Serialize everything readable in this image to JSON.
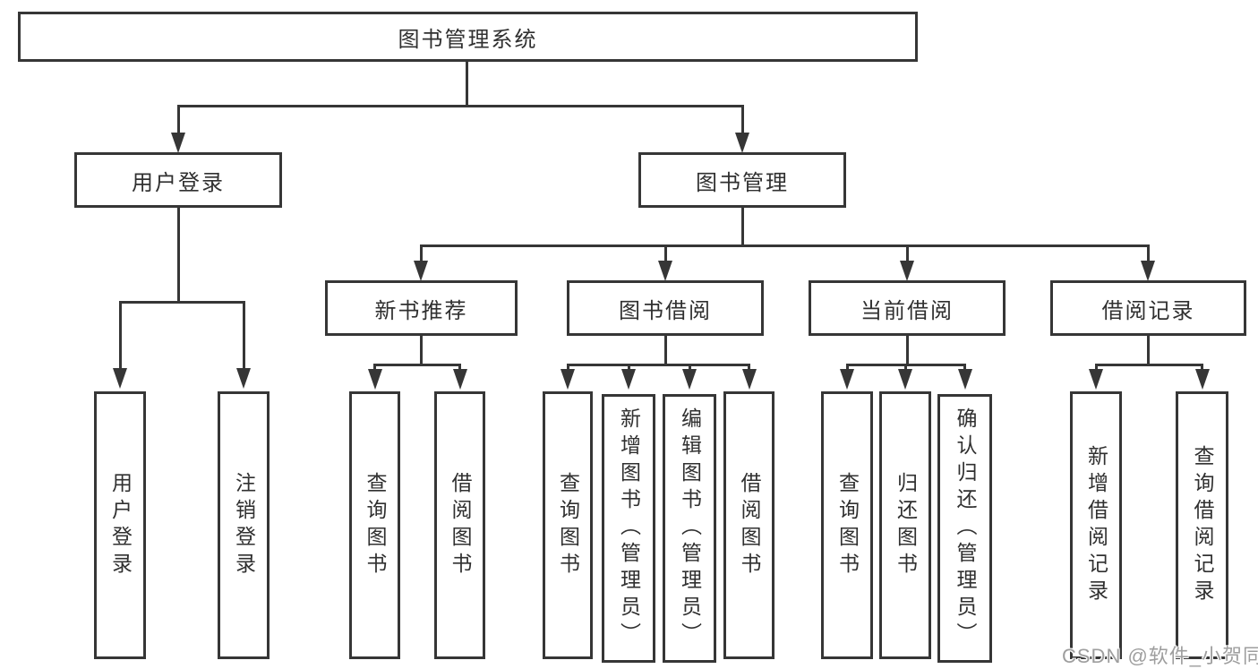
{
  "diagram": {
    "title": "图书管理系统",
    "branches": [
      {
        "label": "用户登录",
        "children": [
          "用户登录",
          "注销登录"
        ]
      },
      {
        "label": "图书管理",
        "children": [
          {
            "label": "新书推荐",
            "children": [
              "查询图书",
              "借阅图书"
            ]
          },
          {
            "label": "图书借阅",
            "children": [
              "查询图书",
              "新增图书（管理员）",
              "编辑图书（管理员）",
              "借阅图书"
            ]
          },
          {
            "label": "当前借阅",
            "children": [
              "查询图书",
              "归还图书",
              "确认归还（管理员）"
            ]
          },
          {
            "label": "借阅记录",
            "children": [
              "新增借阅记录",
              "查询借阅记录"
            ]
          }
        ]
      }
    ],
    "watermark": "CSDN @软件_小贺同学",
    "colors": {
      "line": "#363636",
      "text": "#303030",
      "background": "#ffffff",
      "watermark": "#9e9e9e"
    }
  }
}
